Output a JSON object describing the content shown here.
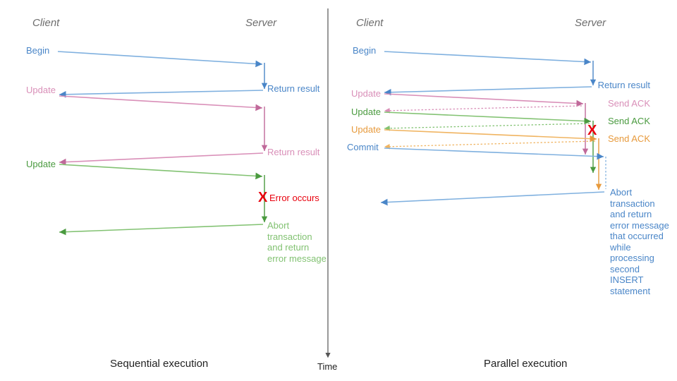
{
  "colors": {
    "blue": "#4a86c8",
    "blue_dark": "#3a78bd",
    "pink": "#c0699a",
    "pink_light": "#d98fb8",
    "green": "#4a9a3f",
    "green_light": "#82c272",
    "orange": "#e79a3c",
    "orange_light": "#f0b461",
    "red": "#e8000d",
    "gray_header": "#6d6d6d",
    "axis": "#555555",
    "caption": "#222222"
  },
  "time_axis": {
    "label": "Time"
  },
  "left_panel": {
    "caption": "Sequential execution",
    "header_client": "Client",
    "header_server": "Server",
    "client_labels": [
      {
        "text": "Begin",
        "color": "#4a86c8"
      },
      {
        "text": "Update",
        "color": "#d98fb8"
      },
      {
        "text": "Update",
        "color": "#4a9a3f"
      }
    ],
    "server_labels": [
      {
        "text": "Return result",
        "color": "#4a86c8"
      },
      {
        "text": "Return result",
        "color": "#d98fb8"
      },
      {
        "text": "Error occurs",
        "color": "#e8000d"
      }
    ],
    "error_marker": "X",
    "abort_message": "Abort\ntransaction\nand return\nerror message"
  },
  "right_panel": {
    "caption": "Parallel execution",
    "header_client": "Client",
    "header_server": "Server",
    "client_labels": [
      {
        "text": "Begin",
        "color": "#4a86c8"
      },
      {
        "text": "Update",
        "color": "#d98fb8"
      },
      {
        "text": "Update",
        "color": "#4a9a3f"
      },
      {
        "text": "Update",
        "color": "#e79a3c"
      },
      {
        "text": "Commit",
        "color": "#4a86c8"
      }
    ],
    "server_labels": [
      {
        "text": "Return result",
        "color": "#4a86c8"
      },
      {
        "text": "Send ACK",
        "color": "#d98fb8"
      },
      {
        "text": "Send ACK",
        "color": "#4a9a3f"
      },
      {
        "text": "Send ACK",
        "color": "#e79a3c"
      }
    ],
    "error_marker": "X",
    "abort_message": "Abort\ntransaction\nand return\nerror message\nthat occurred\nwhile\nprocessing\nsecond\nINSERT\nstatement"
  }
}
